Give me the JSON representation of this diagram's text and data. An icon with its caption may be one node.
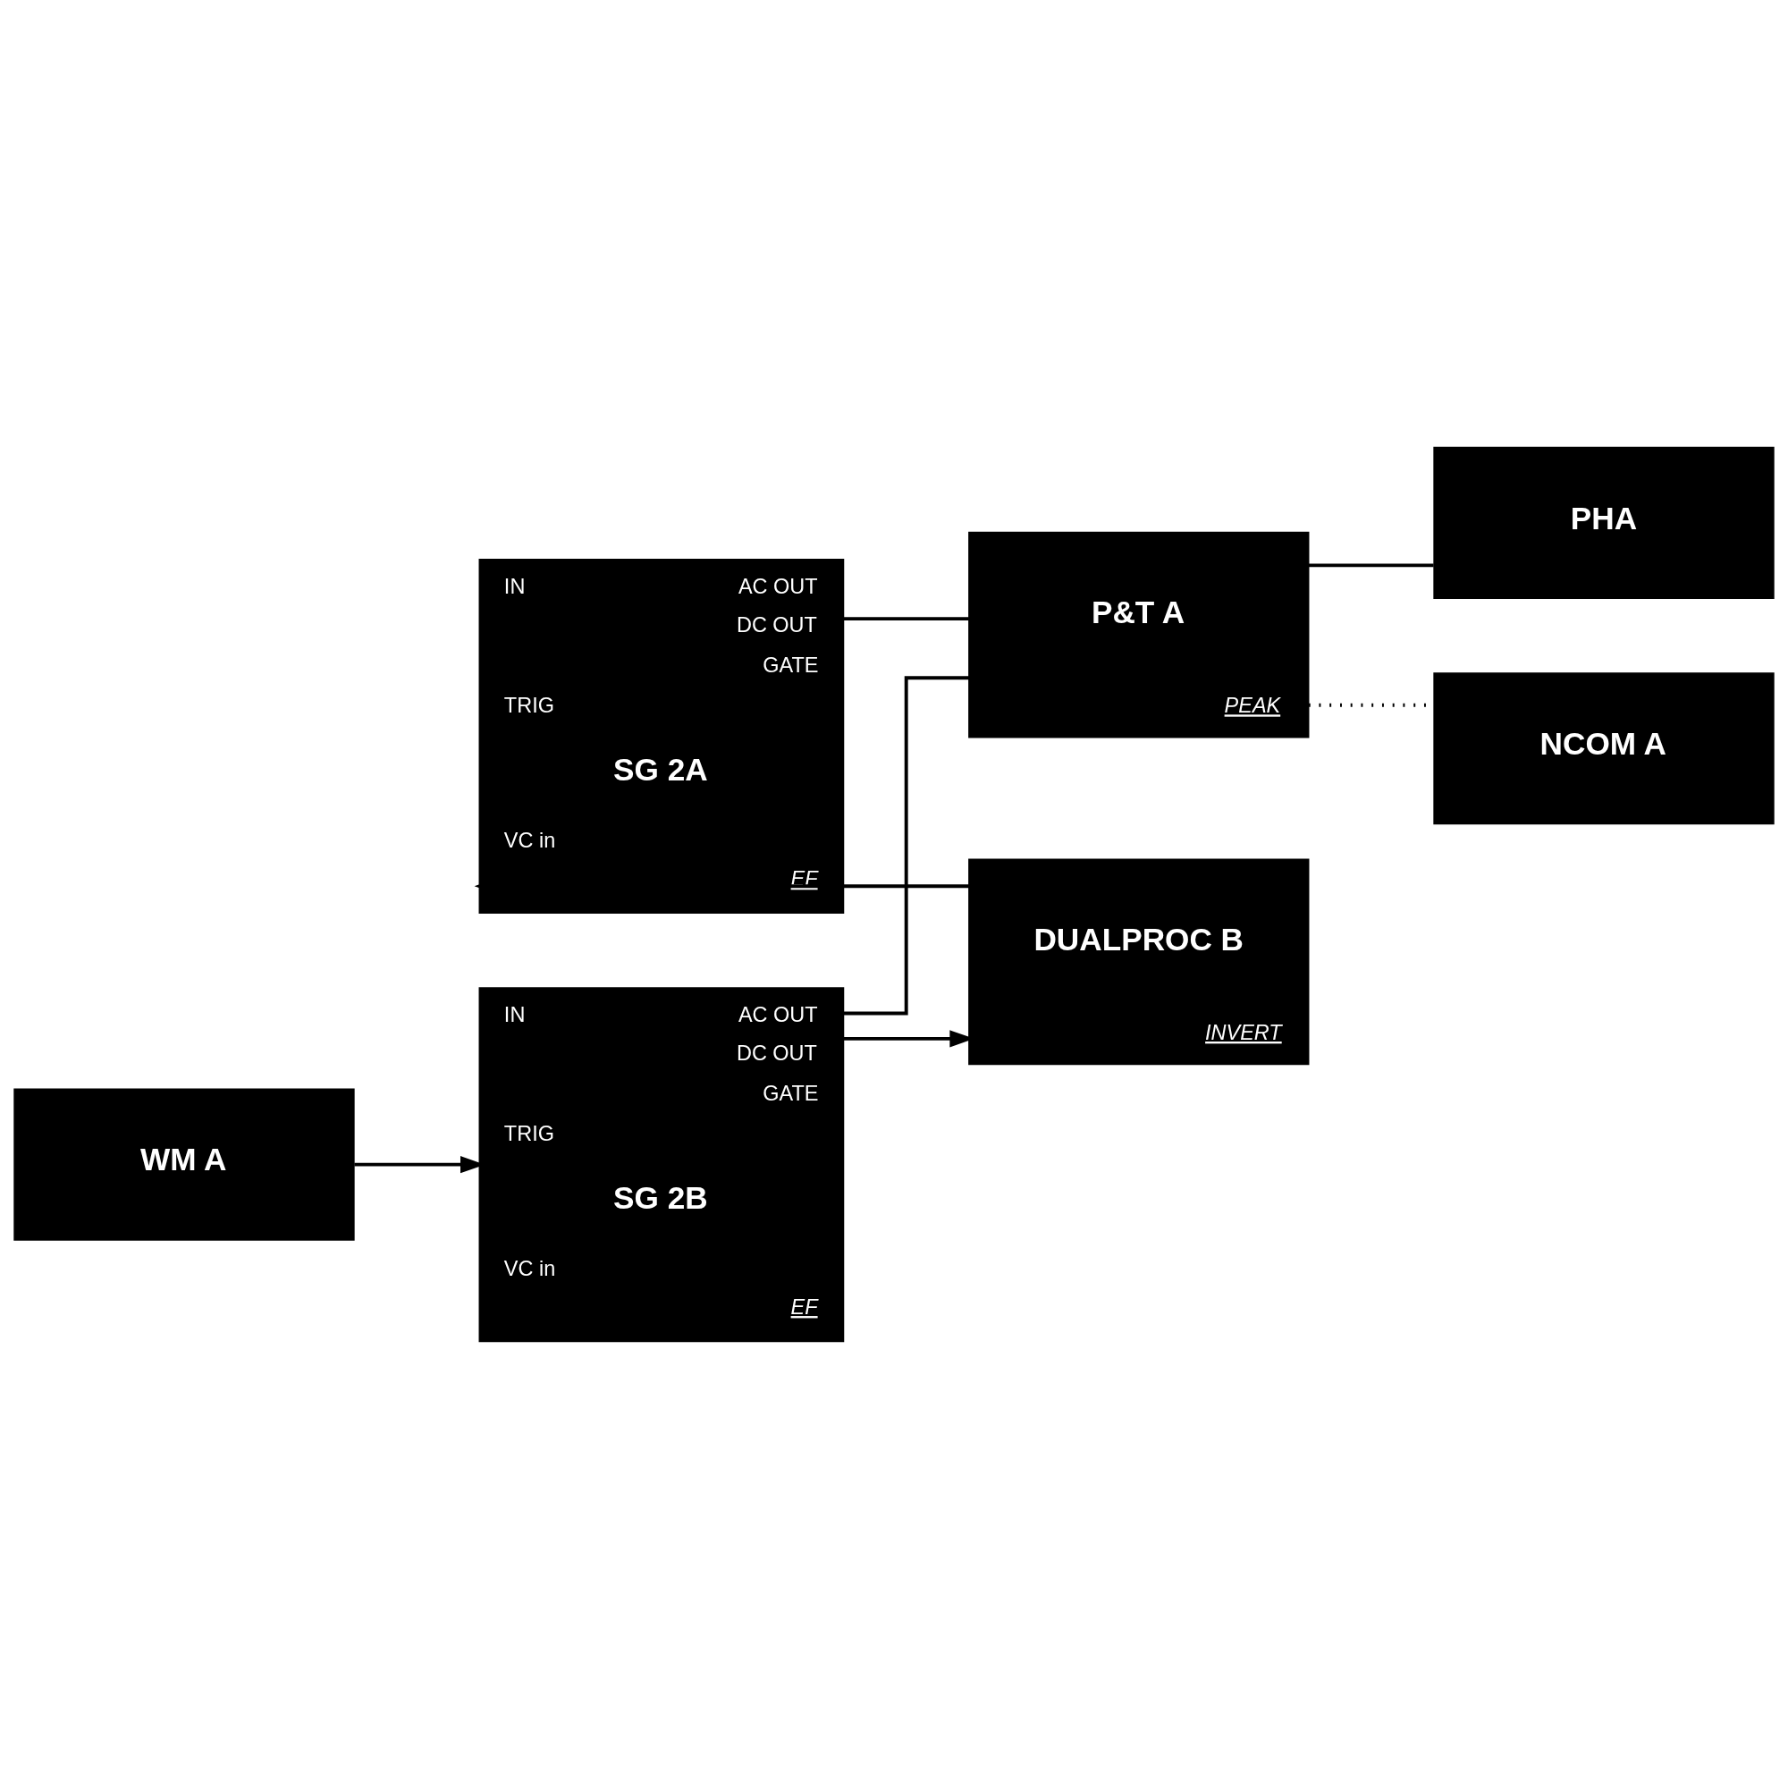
{
  "diagram": {
    "nodes": [
      {
        "text": [
          "IN",
          "AC OUT",
          "DC OUT",
          "GATE",
          "TRIG",
          "SG 2A",
          "VC in",
          "EF"
        ]
      },
      {
        "text": [
          "P&T A",
          "PEAK"
        ]
      },
      {
        "text": [
          "PHA"
        ]
      },
      {
        "text": [
          "NCOM A"
        ]
      },
      {
        "text": [
          "WM A"
        ]
      },
      {
        "text": [
          "IN",
          "AC OUT",
          "DC OUT",
          "GATE",
          "TRIG",
          "SG 2B",
          "VC in",
          "EF"
        ]
      },
      {
        "text": [
          "DUALPROC B",
          "INVERT"
        ]
      }
    ],
    "edges": [
      {
        "from": 0,
        "to": 1,
        "arrow": "none"
      },
      {
        "from": 5,
        "to": 1,
        "arrow": "none"
      },
      {
        "from": 1,
        "to": 2,
        "arrow": "none"
      },
      {
        "from": 1,
        "to": 3,
        "arrow": "none",
        "style": "dashed"
      },
      {
        "from": 4,
        "to": 5,
        "arrow": "to"
      },
      {
        "from": 5,
        "to": 6,
        "arrow": "to"
      },
      {
        "from": 6,
        "to": 0,
        "arrow": "to"
      }
    ]
  }
}
